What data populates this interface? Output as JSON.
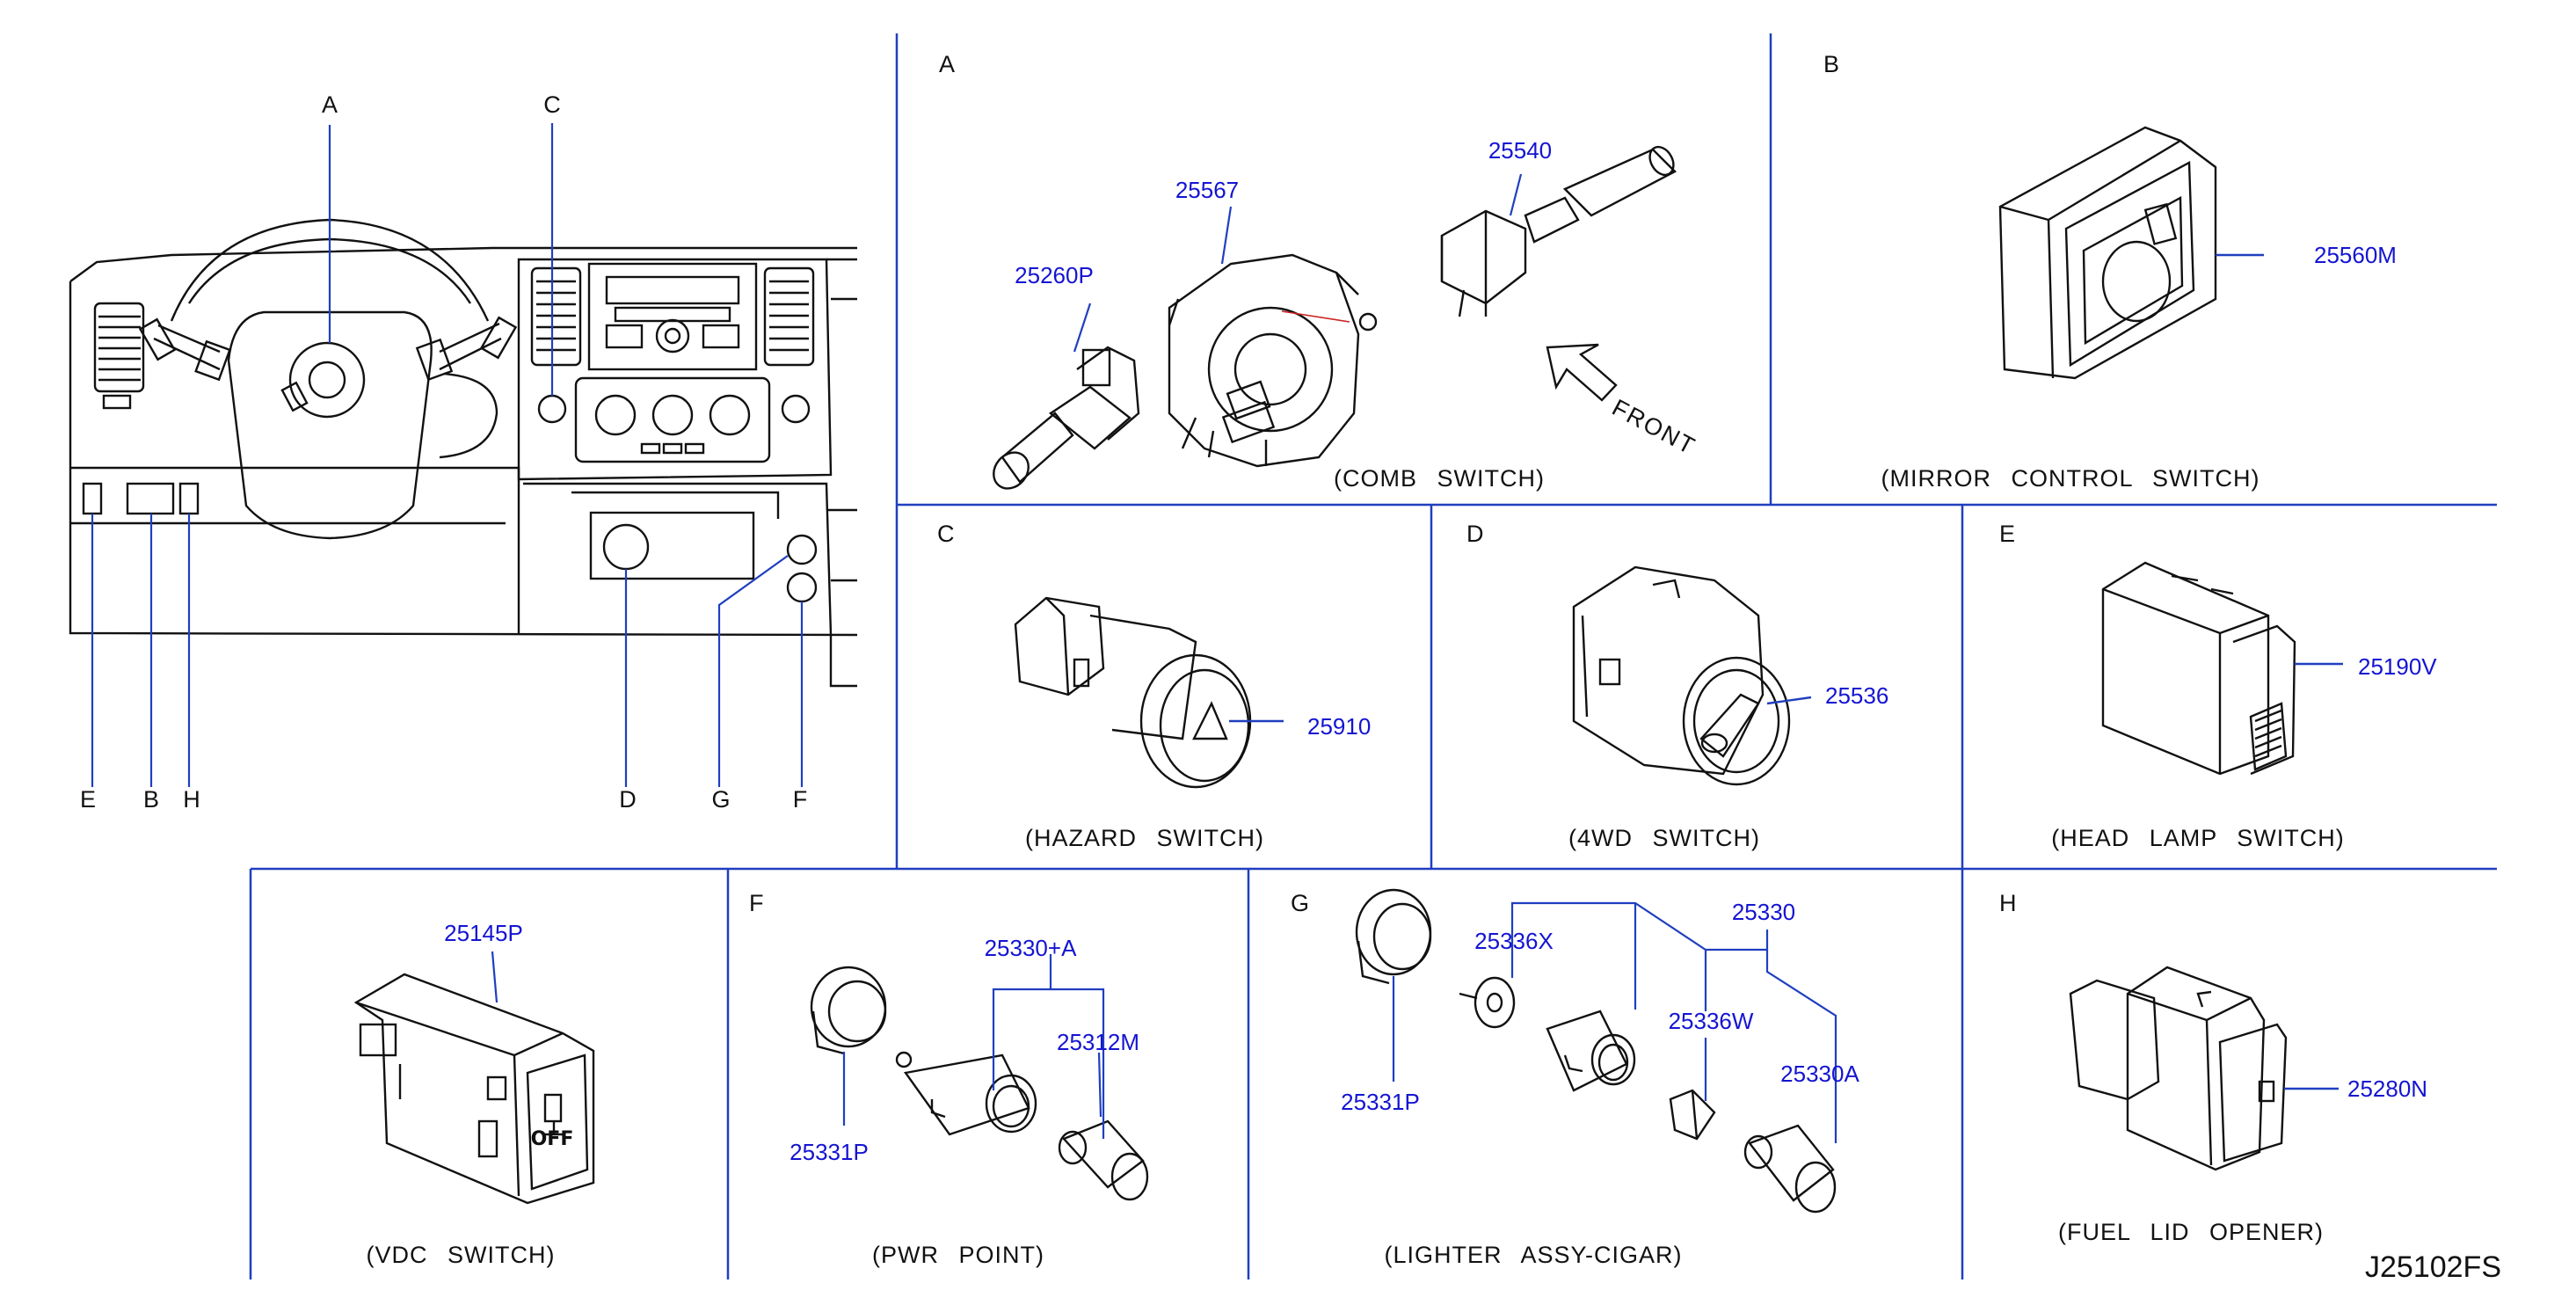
{
  "figure_code": "J25102FS",
  "overview": {
    "callouts": [
      "A",
      "B",
      "C",
      "D",
      "E",
      "F",
      "G",
      "H"
    ]
  },
  "panels": [
    {
      "letter": "A",
      "caption": "(COMB  SWITCH)",
      "parts": [
        "25567",
        "25260P",
        "25540"
      ],
      "note": "FRONT"
    },
    {
      "letter": "B",
      "caption": "(MIRROR  CONTROL  SWITCH)",
      "parts": [
        "25560M"
      ]
    },
    {
      "letter": "C",
      "caption": "(HAZARD  SWITCH)",
      "parts": [
        "25910"
      ]
    },
    {
      "letter": "D",
      "caption": "(4WD  SWITCH)",
      "parts": [
        "25536"
      ]
    },
    {
      "letter": "E",
      "caption": "(HEAD  LAMP  SWITCH)",
      "parts": [
        "25190V"
      ]
    },
    {
      "letter": "",
      "caption": "(VDC  SWITCH)",
      "parts": [
        "25145P"
      ],
      "badge": "OFF"
    },
    {
      "letter": "F",
      "caption": "(PWR  POINT)",
      "parts": [
        "25330+A",
        "25312M",
        "25331P"
      ]
    },
    {
      "letter": "G",
      "caption": "(LIGHTER  ASSY-CIGAR)",
      "parts": [
        "25330",
        "25336X",
        "25336W",
        "25330A",
        "25331P"
      ]
    },
    {
      "letter": "H",
      "caption": "(FUEL  LID  OPENER)",
      "parts": [
        "25280N"
      ]
    }
  ],
  "colors": {
    "line": "#1f3fbf",
    "ink": "#111111",
    "part_number": "#1414d2",
    "leader_red": "#cc2222"
  }
}
